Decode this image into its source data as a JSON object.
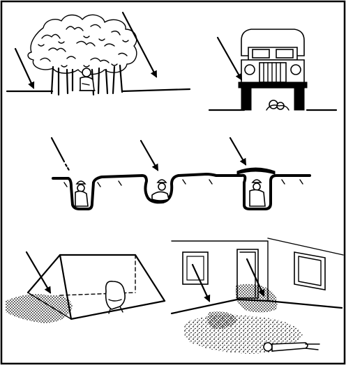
{
  "figure": {
    "panels": [
      {
        "id": "trees"
      },
      {
        "id": "truck"
      },
      {
        "id": "foxholes"
      },
      {
        "id": "tent"
      },
      {
        "id": "room"
      }
    ]
  },
  "colors": {
    "ink": "#000000",
    "paper": "#ffffff"
  }
}
